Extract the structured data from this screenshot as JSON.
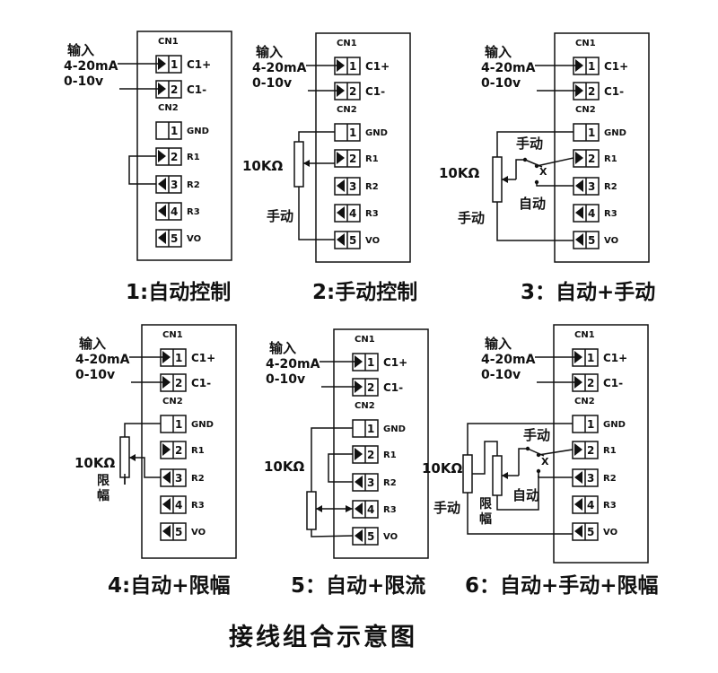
{
  "diagram_title": "接线组合示意图",
  "connectors": {
    "cn1_label": "CN1",
    "cn2_label": "CN2",
    "cn1_pins": [
      {
        "num": "1",
        "label": "C1+"
      },
      {
        "num": "2",
        "label": "C1-"
      }
    ],
    "cn2_pins": [
      {
        "num": "1",
        "label": "GND"
      },
      {
        "num": "2",
        "label": "R1"
      },
      {
        "num": "3",
        "label": "R2"
      },
      {
        "num": "4",
        "label": "R3"
      },
      {
        "num": "5",
        "label": "VO"
      }
    ]
  },
  "input_labels": [
    "输入",
    "4-20mA",
    "0-10v"
  ],
  "component_labels": {
    "pot": "10KΩ",
    "manual": "手动",
    "auto": "自动",
    "limit_amp": [
      "限",
      "幅"
    ],
    "switch_mark": "X"
  },
  "panels": [
    {
      "id": "p1",
      "caption": "1:自动控制"
    },
    {
      "id": "p2",
      "caption": "2:手动控制"
    },
    {
      "id": "p3",
      "caption": "3：自动+手动"
    },
    {
      "id": "p4",
      "caption": "4:自动+限幅"
    },
    {
      "id": "p5",
      "caption": "5：自动+限流"
    },
    {
      "id": "p6",
      "caption": "6：自动+手动+限幅"
    }
  ]
}
